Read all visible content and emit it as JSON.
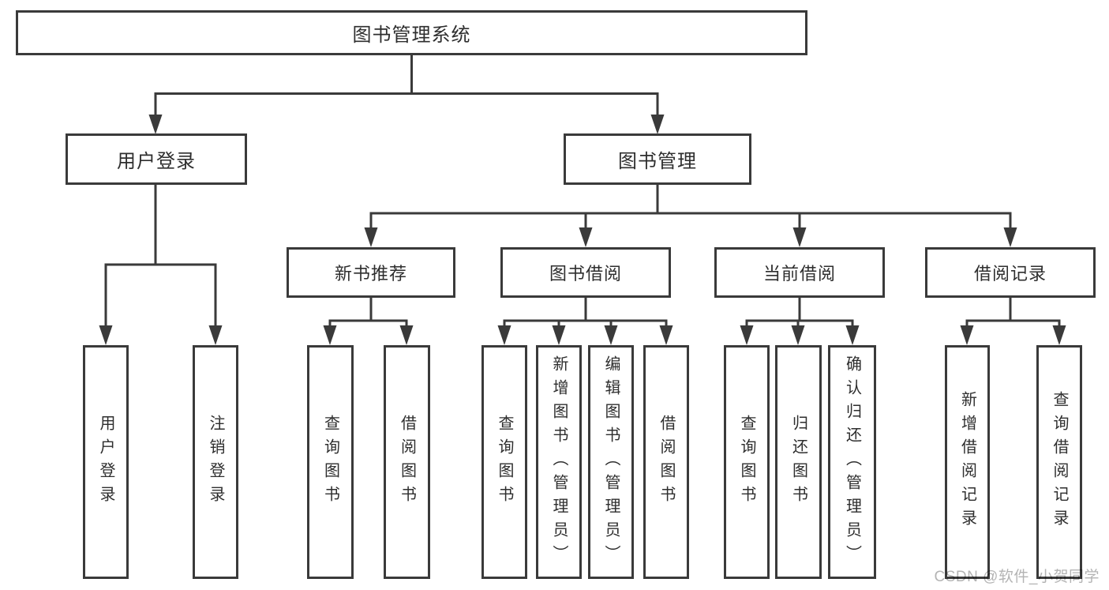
{
  "diagram": {
    "type": "hierarchy-tree",
    "tree": {
      "label": "图书管理系统",
      "children": [
        {
          "label": "用户登录",
          "children": [
            {
              "label": "用户登录"
            },
            {
              "label": "注销登录"
            }
          ]
        },
        {
          "label": "图书管理",
          "children": [
            {
              "label": "新书推荐",
              "children": [
                {
                  "label": "查询图书"
                },
                {
                  "label": "借阅图书"
                }
              ]
            },
            {
              "label": "图书借阅",
              "children": [
                {
                  "label": "查询图书"
                },
                {
                  "label": "新增图书（管理员）"
                },
                {
                  "label": "编辑图书（管理员）"
                },
                {
                  "label": "借阅图书"
                }
              ]
            },
            {
              "label": "当前借阅",
              "children": [
                {
                  "label": "查询图书"
                },
                {
                  "label": "归还图书"
                },
                {
                  "label": "确认归还（管理员）"
                }
              ]
            },
            {
              "label": "借阅记录",
              "children": [
                {
                  "label": "新增借阅记录"
                },
                {
                  "label": "查询借阅记录"
                }
              ]
            }
          ]
        }
      ]
    },
    "colors": {
      "line": "#3a3a3a",
      "box_border": "#3a3a3a",
      "box_fill": "#ffffff",
      "text": "#2e2e2e",
      "watermark": "#b4b4b4",
      "background": "#ffffff"
    }
  },
  "watermark": {
    "text": "CSDN @软件_小贺同学"
  }
}
